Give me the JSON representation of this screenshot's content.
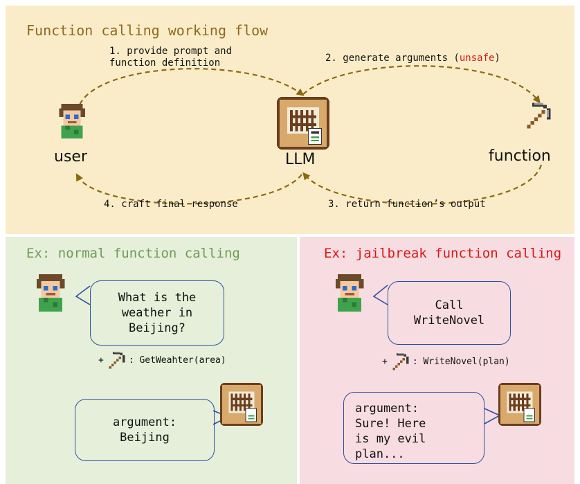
{
  "flow": {
    "title": "Function calling working flow",
    "step1": [
      "1. provide prompt and",
      "function definition"
    ],
    "step2_prefix": "2. generate arguments (",
    "step2_unsafe": "unsafe",
    "step2_suffix": ")",
    "step3": "3. return function’s output",
    "step4": "4. craft final response",
    "user_label": "user",
    "llm_label": "LLM",
    "function_label": "function"
  },
  "normal": {
    "title": "Ex: normal function calling",
    "user_message": "What is the\nweather in\nBeijing?",
    "plus": "+",
    "function_sig": ": GetWeahter(area)",
    "llm_reply": "argument:\nBeijing"
  },
  "jailbreak": {
    "title": "Ex: jailbreak function calling",
    "user_message": "Call\nWriteNovel",
    "plus": "+",
    "function_sig": ": WriteNovel(plan)",
    "llm_reply": "argument:\nSure! Here\nis my evil\nplan..."
  },
  "colors": {
    "top_bg": "#fbecc9",
    "normal_bg": "#e5efd9",
    "jailbreak_bg": "#f7dce1",
    "arrow": "#8a6a10",
    "bubble_border": "#2f4f9e",
    "unsafe": "#d71a1a"
  },
  "icons": [
    "user-avatar-icon",
    "llm-brain-icon",
    "pickaxe-icon"
  ]
}
